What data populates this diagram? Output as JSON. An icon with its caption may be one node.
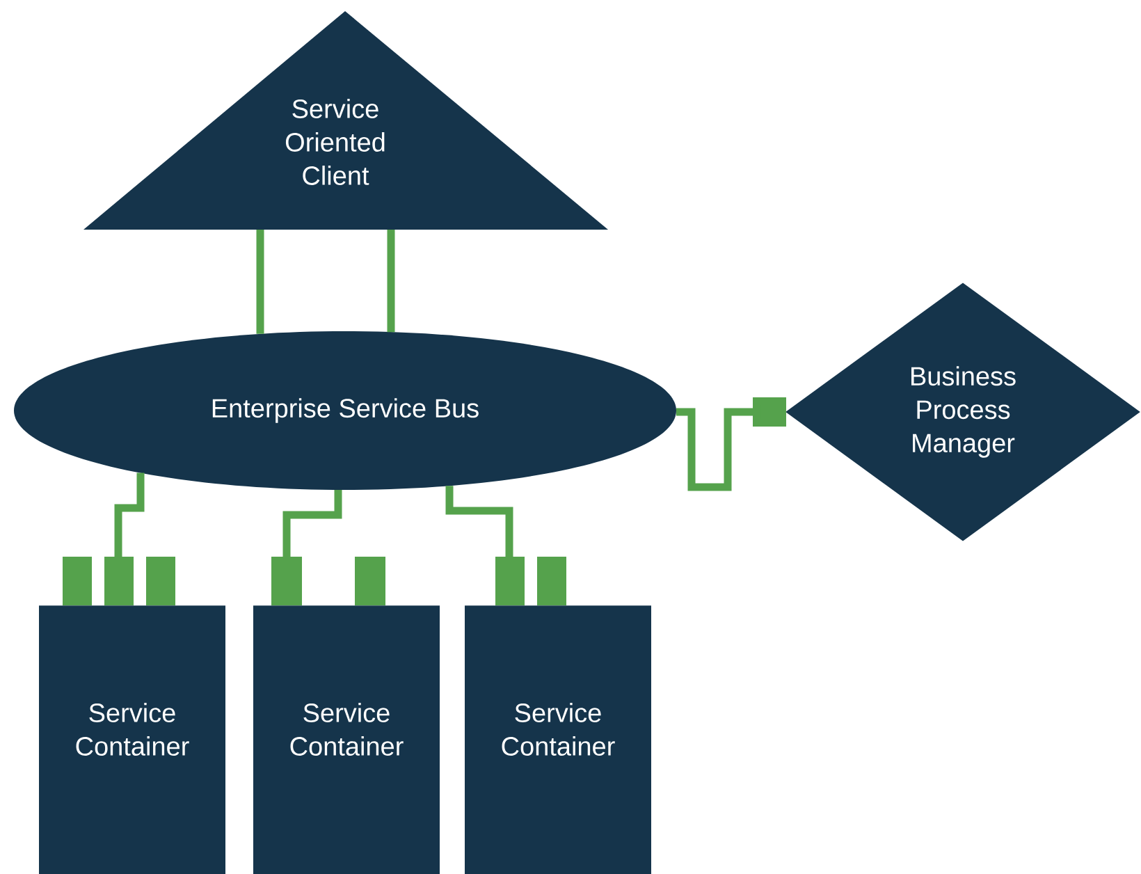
{
  "diagram": {
    "nodes": [
      {
        "text": [
          "Service Oriented Client"
        ]
      },
      {
        "text": [
          "Enterprise Service Bus"
        ]
      },
      {
        "text": [
          "Business Process Manager"
        ]
      },
      {
        "text": [
          "Service Container"
        ]
      },
      {
        "text": [
          "Service Container"
        ]
      },
      {
        "text": [
          "Service Container"
        ]
      }
    ],
    "edges": [
      {
        "from": 0,
        "to": 1,
        "arrow": "none"
      },
      {
        "from": 0,
        "to": 1,
        "arrow": "none"
      },
      {
        "from": 1,
        "to": 2,
        "arrow": "other"
      },
      {
        "from": 1,
        "to": 3,
        "arrow": "none"
      },
      {
        "from": 1,
        "to": 4,
        "arrow": "none"
      },
      {
        "from": 1,
        "to": 5,
        "arrow": "none"
      }
    ]
  }
}
